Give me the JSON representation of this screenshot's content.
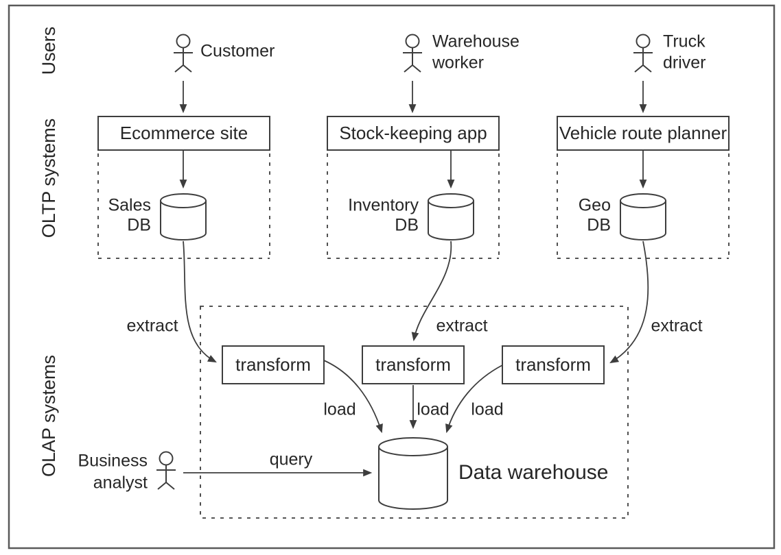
{
  "diagram": {
    "row_labels": [
      {
        "label": "Users"
      },
      {
        "label": "OLTP systems"
      },
      {
        "label": "OLAP systems"
      }
    ],
    "columns": [
      {
        "actor_lines": [
          "Customer"
        ],
        "app_label": "Ecommerce site",
        "db_lines": [
          "Sales",
          "DB"
        ],
        "extract_label": "extract",
        "transform_label": "transform",
        "load_label": "load"
      },
      {
        "actor_lines": [
          "Warehouse",
          "worker"
        ],
        "app_label": "Stock-keeping app",
        "db_lines": [
          "Inventory",
          "DB"
        ],
        "extract_label": "extract",
        "transform_label": "transform",
        "load_label": "load"
      },
      {
        "actor_lines": [
          "Truck",
          "driver"
        ],
        "app_label": "Vehicle route planner",
        "db_lines": [
          "Geo",
          "DB"
        ],
        "extract_label": "extract",
        "transform_label": "transform",
        "load_label": "load"
      }
    ],
    "analyst": {
      "lines": [
        "Business",
        "analyst"
      ],
      "query_label": "query"
    },
    "warehouse_label": "Data warehouse",
    "colors": {
      "line": "#3d3d3d",
      "text": "#262626",
      "frame": "#595959",
      "background": "#ffffff"
    }
  }
}
